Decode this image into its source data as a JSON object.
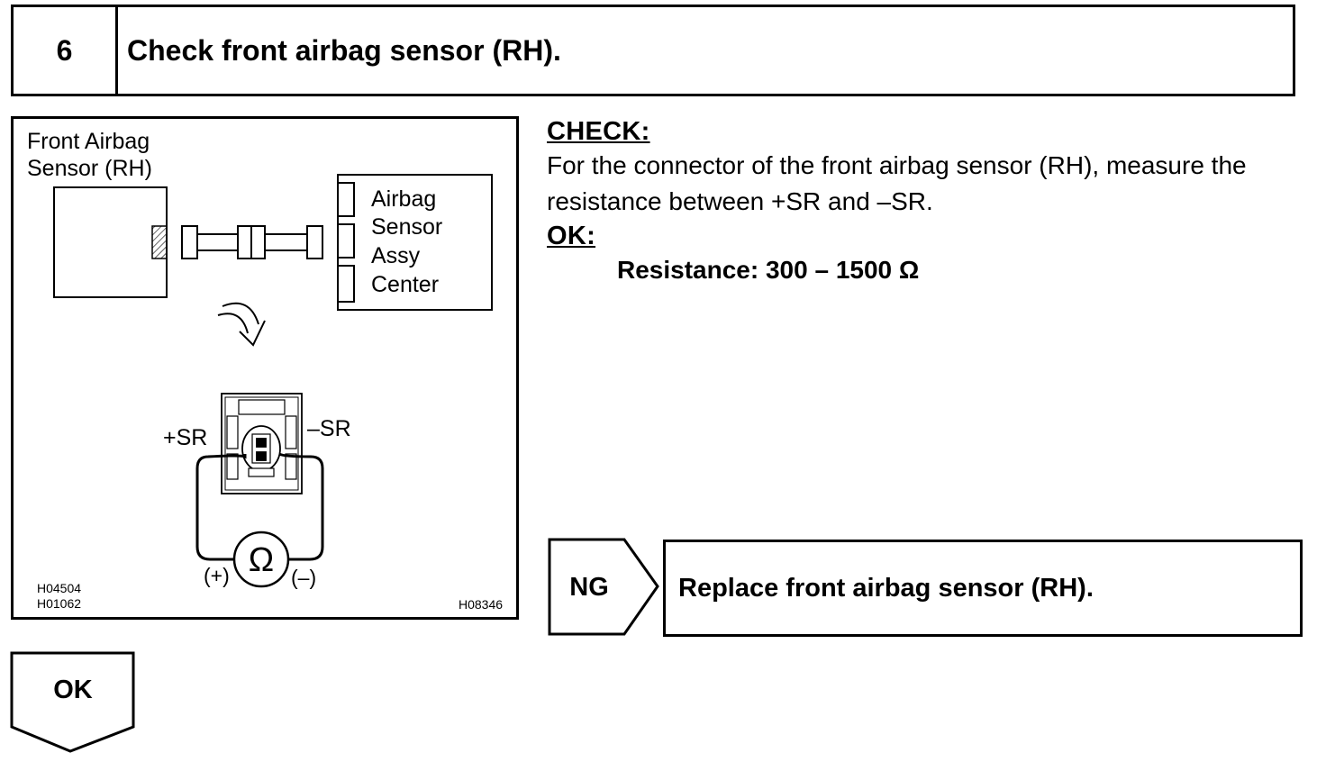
{
  "step": {
    "number": "6",
    "title": "Check front airbag sensor (RH)."
  },
  "figure": {
    "sensor_label_1": "Front Airbag",
    "sensor_label_2": "Sensor (RH)",
    "center_label_1": "Airbag",
    "center_label_2": "Sensor",
    "center_label_3": "Assy",
    "center_label_4": "Center",
    "plus_terminal": "+SR",
    "minus_terminal": "–SR",
    "meter_symbol": "Ω",
    "meter_plus": "(+)",
    "meter_minus": "(–)",
    "ref_code_1": "H04504",
    "ref_code_2": "H01062",
    "ref_code_3": "H08346"
  },
  "check": {
    "heading": "CHECK:",
    "text": "For the connector of the front airbag sensor (RH), measure the resistance between +SR and –SR.",
    "ok_heading": "OK:",
    "resistance": "Resistance: 300 – 1500 Ω"
  },
  "ng": {
    "label": "NG",
    "action": "Replace front airbag sensor (RH)."
  },
  "ok": {
    "label": "OK"
  }
}
